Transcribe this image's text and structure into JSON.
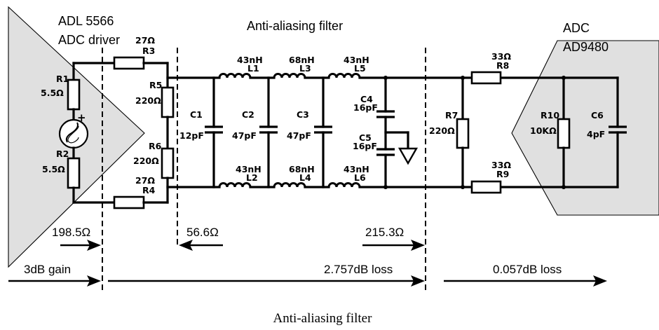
{
  "caption": "Anti-aliasing filter",
  "blocks": {
    "driver": {
      "name": "ADL 5566",
      "subtitle": "ADC driver"
    },
    "filter": {
      "title": "Anti-aliasing filter"
    },
    "adc": {
      "name": "ADC",
      "subtitle": "AD9480"
    }
  },
  "components": {
    "R1": {
      "ref": "R1",
      "value": "5.5Ω"
    },
    "R2": {
      "ref": "R2",
      "value": "5.5Ω"
    },
    "R3": {
      "ref": "R3",
      "value": "27Ω"
    },
    "R4": {
      "ref": "R4",
      "value": "27Ω"
    },
    "R5": {
      "ref": "R5",
      "value": "220Ω"
    },
    "R6": {
      "ref": "R6",
      "value": "220Ω"
    },
    "R7": {
      "ref": "R7",
      "value": "220Ω"
    },
    "R8": {
      "ref": "R8",
      "value": "33Ω"
    },
    "R9": {
      "ref": "R9",
      "value": "33Ω"
    },
    "R10": {
      "ref": "R10",
      "value": "10KΩ"
    },
    "C1": {
      "ref": "C1",
      "value": "12pF"
    },
    "C2": {
      "ref": "C2",
      "value": "47pF"
    },
    "C3": {
      "ref": "C3",
      "value": "47pF"
    },
    "C4": {
      "ref": "C4",
      "value": "16pF"
    },
    "C5": {
      "ref": "C5",
      "value": "16pF"
    },
    "C6": {
      "ref": "C6",
      "value": "4pF"
    },
    "L1": {
      "ref": "L1",
      "value": "43nH"
    },
    "L2": {
      "ref": "L2",
      "value": "43nH"
    },
    "L3": {
      "ref": "L3",
      "value": "68nH"
    },
    "L4": {
      "ref": "L4",
      "value": "68nH"
    },
    "L5": {
      "ref": "L5",
      "value": "43nH"
    },
    "L6": {
      "ref": "L6",
      "value": "43nH"
    }
  },
  "source": {
    "polarity": "+",
    "type": "ac-source"
  },
  "impedances": {
    "driver_out": "198.5Ω",
    "filter_in": "56.6Ω",
    "filter_out": "215.3Ω"
  },
  "gains": {
    "driver": "3dB gain",
    "filter": "2.757dB loss",
    "adc_input": "0.057dB loss"
  }
}
